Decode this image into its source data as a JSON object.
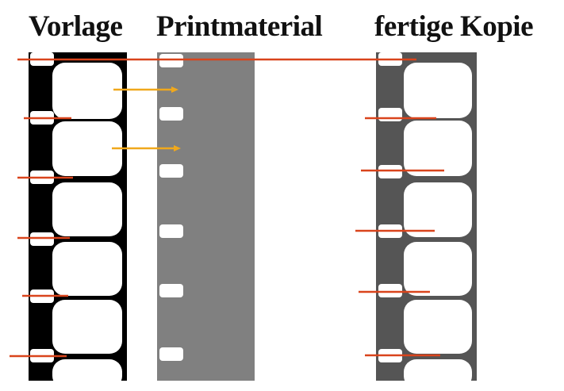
{
  "titles": {
    "original": "Vorlage",
    "print_stock": "Printmaterial",
    "finished_copy": "fertige Kopie"
  },
  "colors": {
    "original_film": "#000000",
    "print_stock": "#808080",
    "finished_copy": "#555555",
    "frame": "#ffffff",
    "registration_line": "#d9441c",
    "transfer_arrow": "#f0a81c"
  }
}
